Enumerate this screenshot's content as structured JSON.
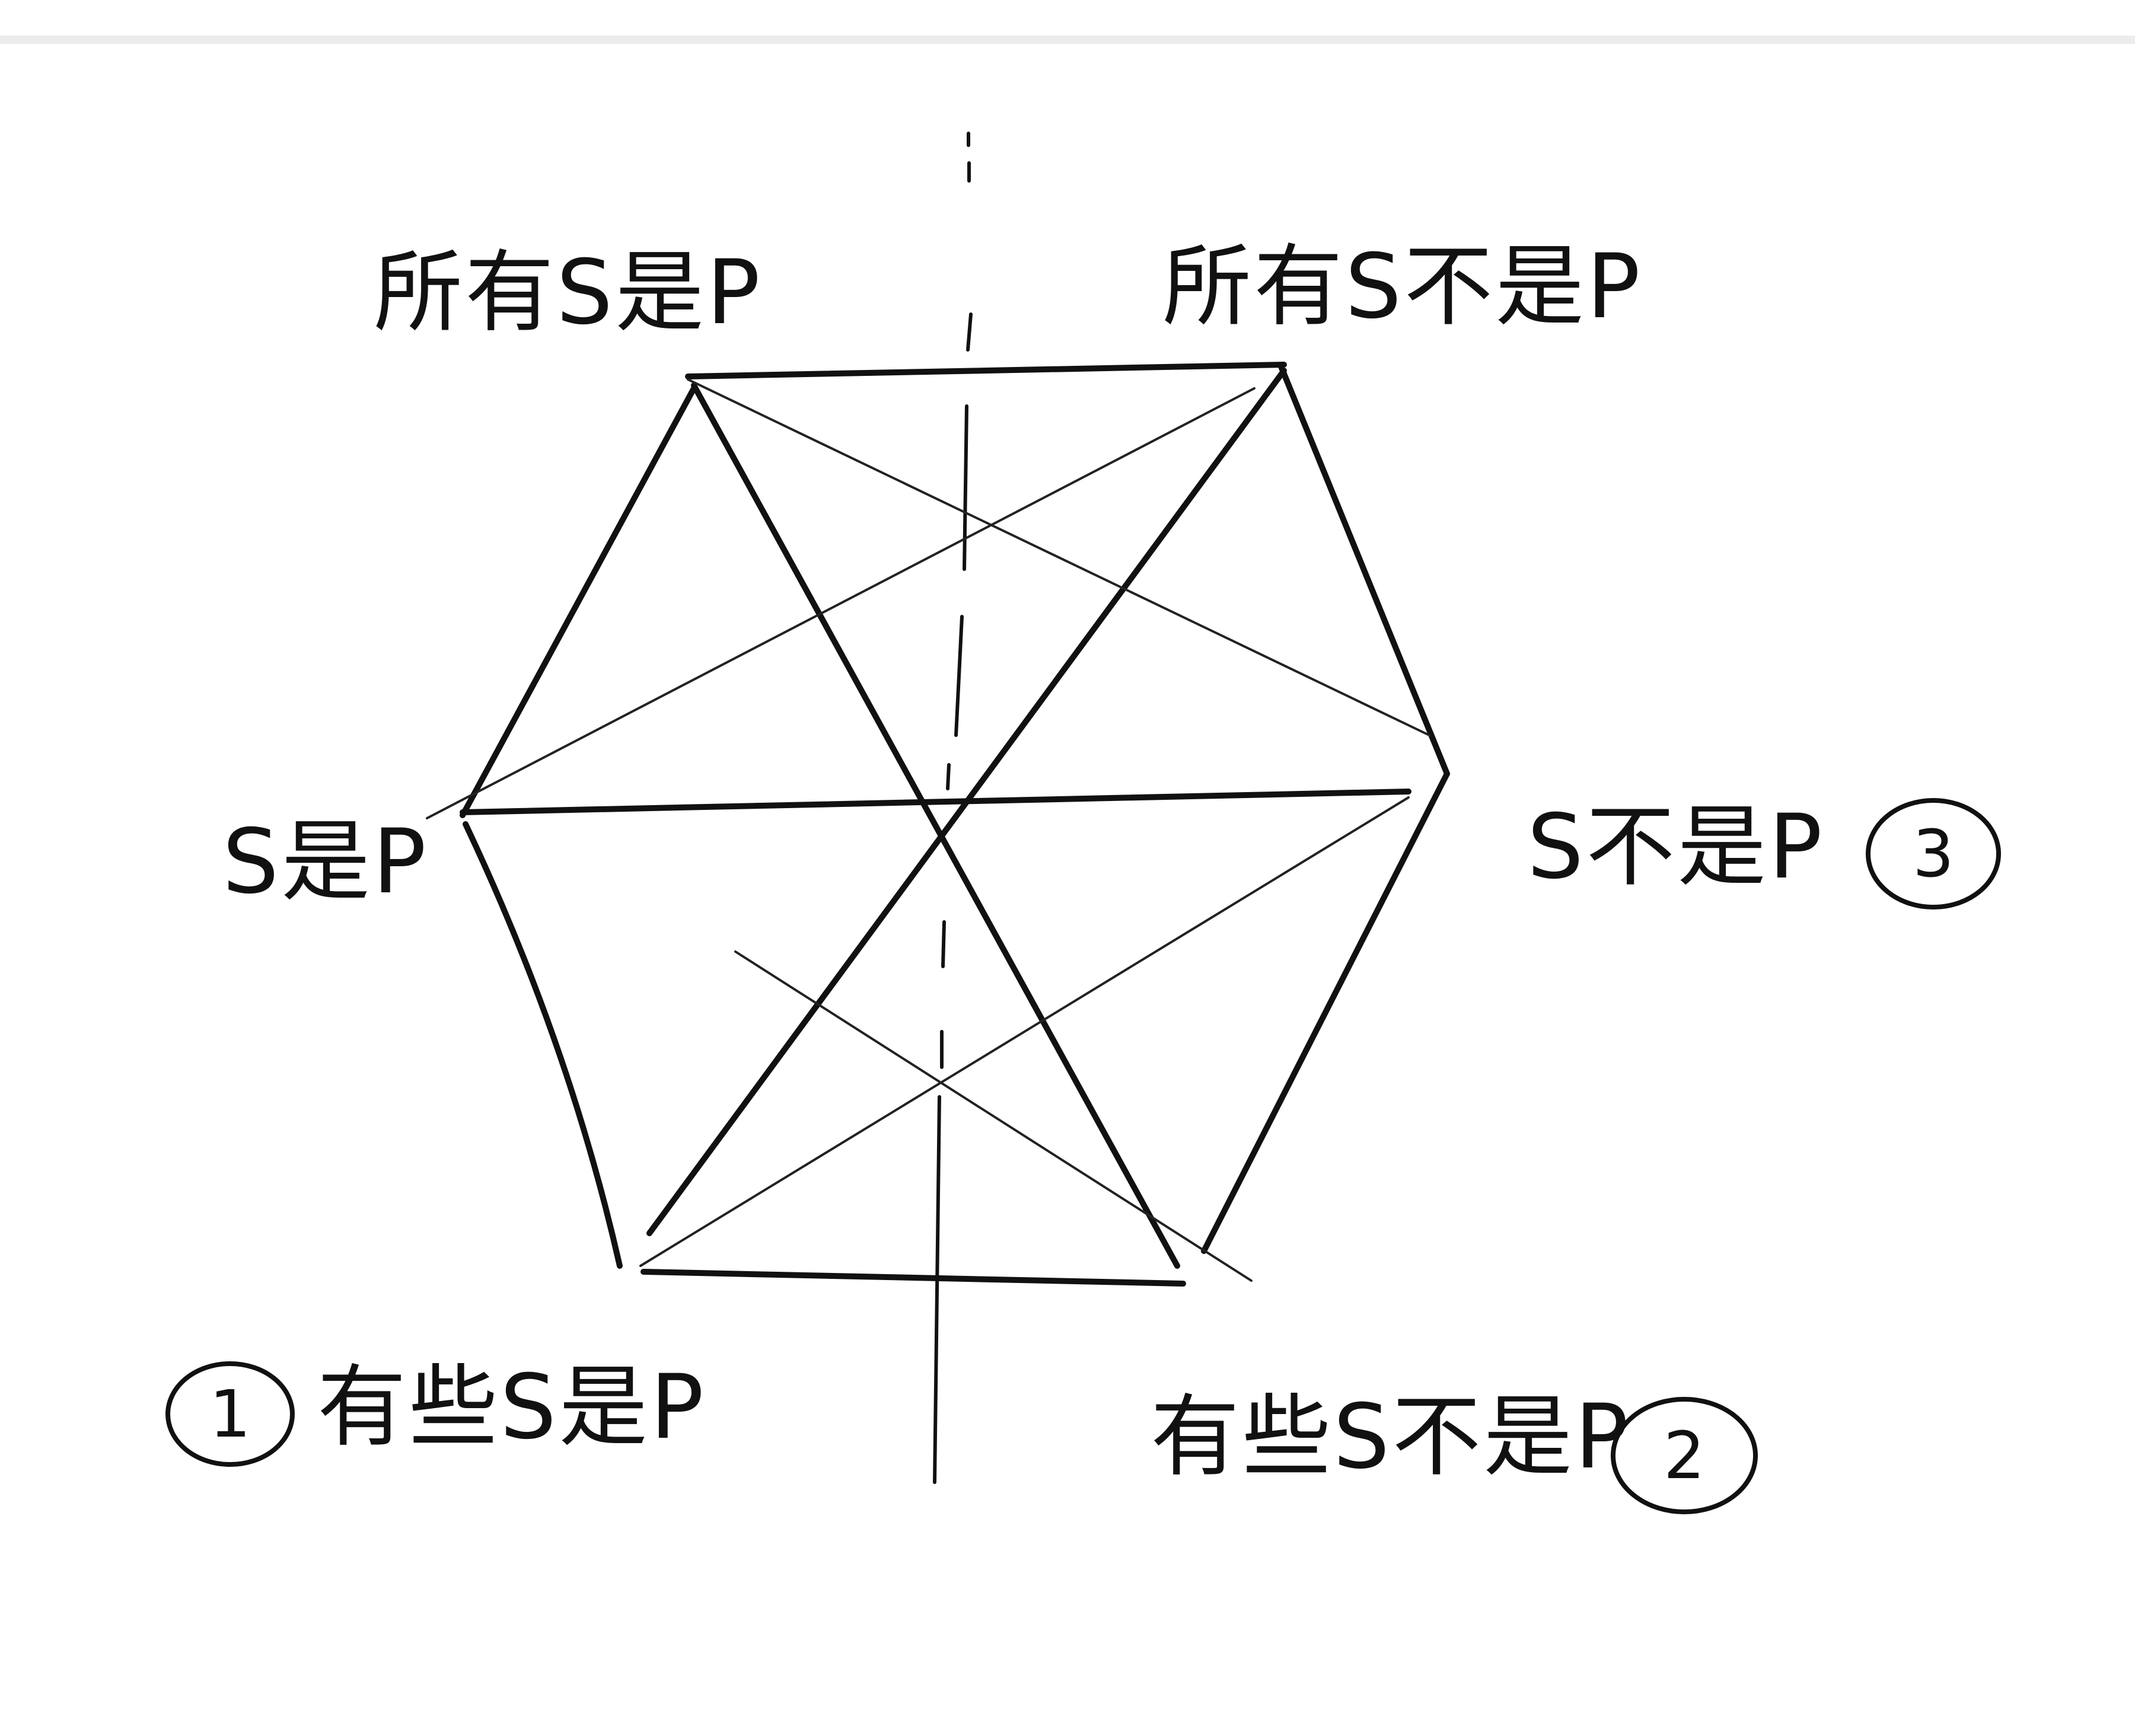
{
  "labels": {
    "top_left": "所有S是P",
    "top_right": "所有S不是P",
    "middle_left": "S是P",
    "middle_right": "S不是P",
    "bottom_left": "有些S是P",
    "bottom_right": "有些S不是P"
  },
  "markers": {
    "one": "1",
    "two": "2",
    "three": "3"
  }
}
